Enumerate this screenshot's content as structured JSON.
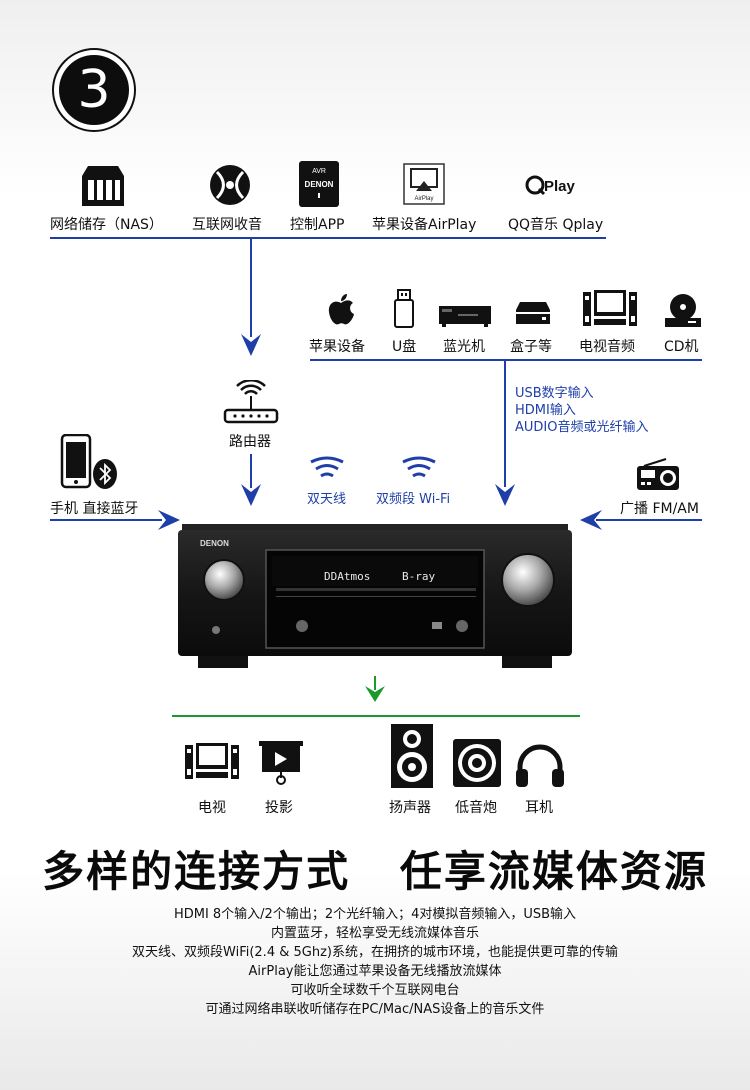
{
  "badge": "3",
  "sources": {
    "nas": "网络储存（NAS）",
    "net_radio": "互联网收音",
    "control_app": "控制APP",
    "airplay": "苹果设备AirPlay",
    "qplay": "QQ音乐 Qplay",
    "qplay_logo": "Play",
    "app_logo_top": "AVR",
    "app_logo_brand": "DENON",
    "airplay_logo": "AirPlay"
  },
  "devices": {
    "apple": "苹果设备",
    "udisk": "U盘",
    "bluray": "蓝光机",
    "box": "盒子等",
    "tv_audio": "电视音频",
    "cd": "CD机"
  },
  "inputs_note": [
    "USB数字输入",
    "HDMI输入",
    "AUDIO音频或光纤输入"
  ],
  "router": "路由器",
  "phone": "手机 直接蓝牙",
  "dual_antenna": "双天线",
  "wifi": "双频段 Wi-Fi",
  "radio": "广播 FM/AM",
  "receiver": {
    "brand": "DENON",
    "display_left": "DDAtmos",
    "display_right": "B-ray"
  },
  "outputs": {
    "tv": "电视",
    "projector": "投影",
    "speaker": "扬声器",
    "subwoofer": "低音炮",
    "headphone": "耳机"
  },
  "headline": "多样的连接方式   任享流媒体资源",
  "description": [
    "HDMI 8个输入/2个输出；2个光纤输入；4对模拟音频输入，USB输入",
    "内置蓝牙，轻松享受无线流媒体音乐",
    "双天线、双频段WiFi(2.4 & 5Ghz)系统，在拥挤的城市环境，也能提供更可靠的传输",
    "AirPlay能让您通过苹果设备无线播放流媒体",
    "可收听全球数千个互联网电台",
    "可通过网络串联收听储存在PC/Mac/NAS设备上的音乐文件"
  ],
  "colors": {
    "arrow_blue": "#1f3fa8",
    "arrow_green": "#1a9a2a",
    "text": "#111111"
  }
}
